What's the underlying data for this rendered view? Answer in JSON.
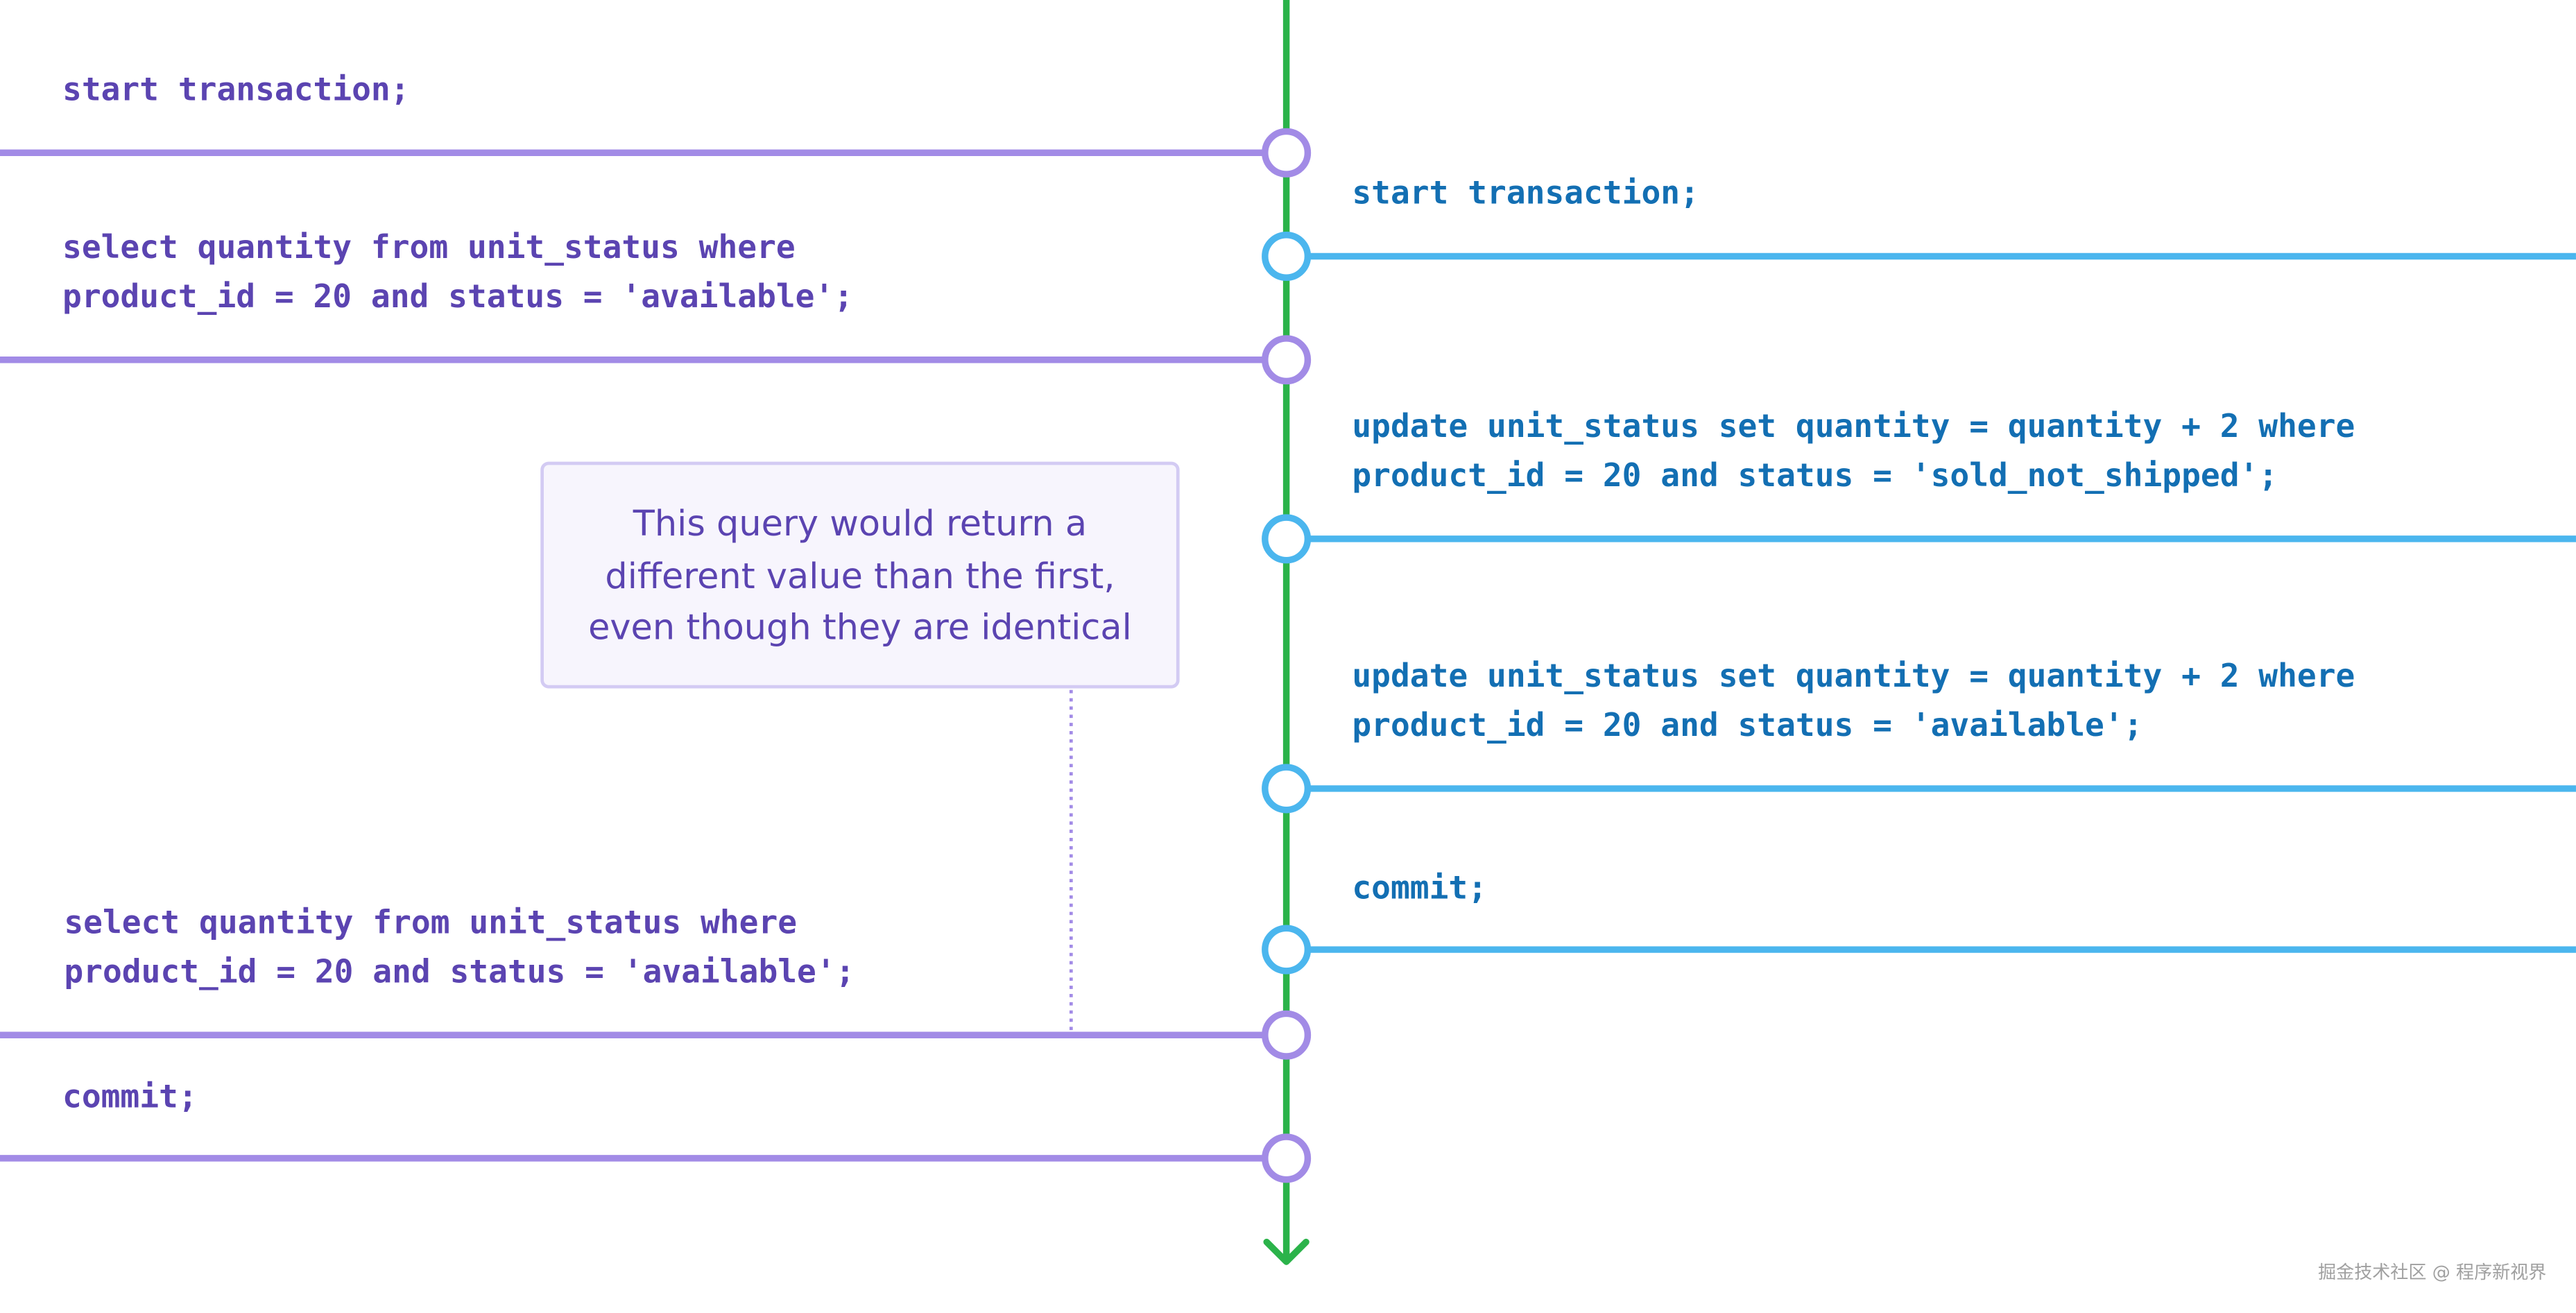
{
  "colors": {
    "timeline": "#2bb34a",
    "transaction_a": "#a28be6",
    "transaction_a_text": "#5b44b1",
    "transaction_b": "#4bb6ee",
    "transaction_b_text": "#136fb3",
    "note_border": "#d3cbf3",
    "note_fill": "#f7f5fd"
  },
  "transaction_a": {
    "steps": [
      "start transaction;",
      "select quantity from unit_status where\nproduct_id = 20 and status = 'available';",
      "select quantity from unit_status where\nproduct_id = 20 and status = 'available';",
      "commit;"
    ]
  },
  "transaction_b": {
    "steps": [
      "start transaction;",
      "update unit_status set quantity = quantity + 2 where\nproduct_id = 20 and status = 'sold_not_shipped';",
      "update unit_status set quantity = quantity + 2 where\nproduct_id = 20 and status = 'available';",
      "commit;"
    ]
  },
  "note": {
    "text": "This query would return a\ndifferent value than the first,\neven though they are identical"
  },
  "watermark": "掘金技术社区 @ 程序新视界"
}
